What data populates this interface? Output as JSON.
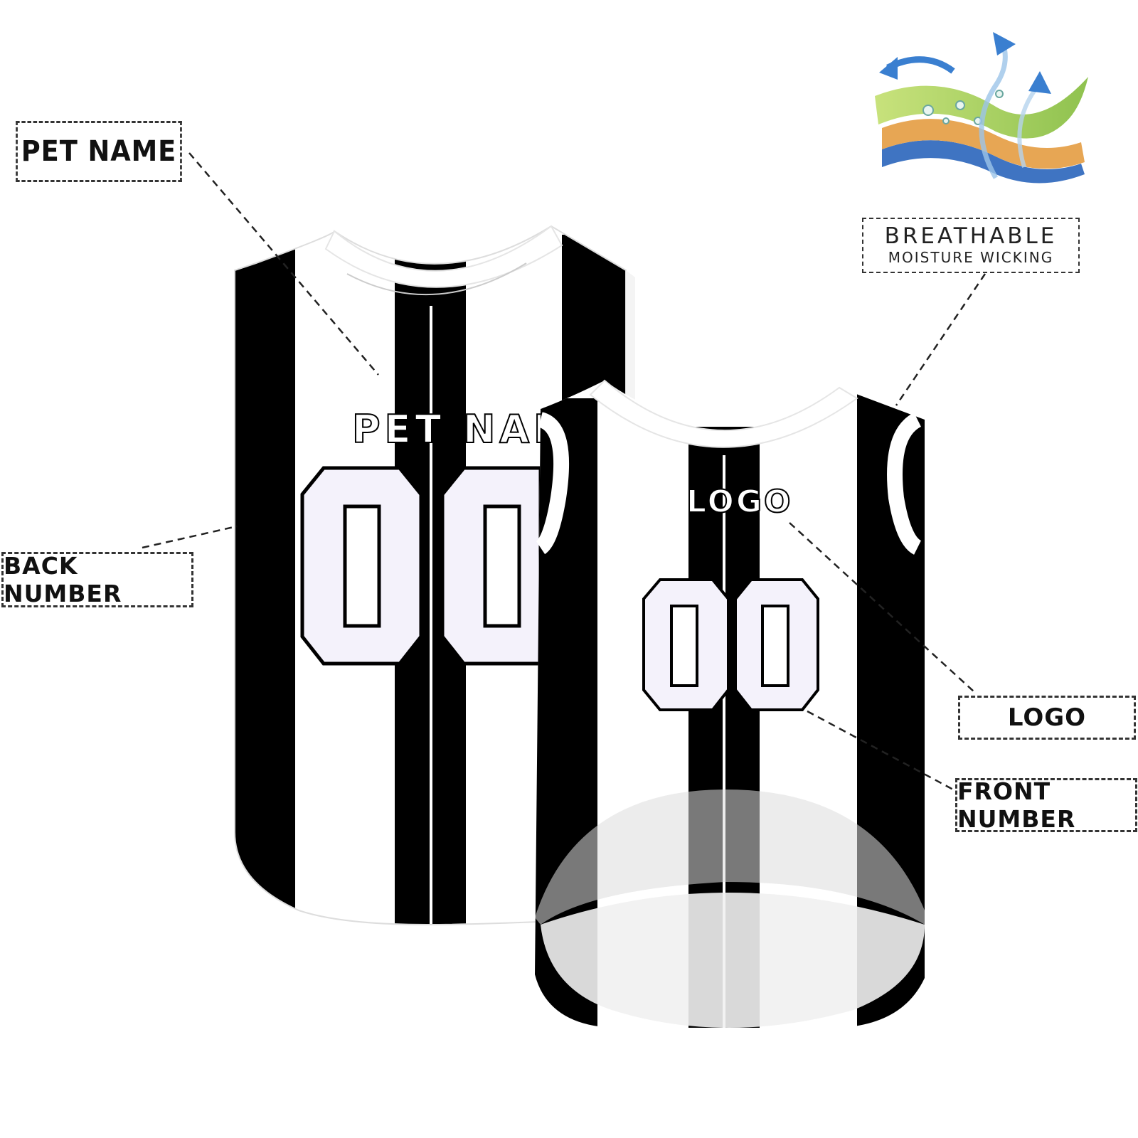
{
  "callouts": {
    "pet_name": "PET NAME",
    "back_number": "BACK NUMBER",
    "logo": "LOGO",
    "front_number": "FRONT NUMBER",
    "breathable": "BREATHABLE",
    "moisture_wicking": "MOISTURE WICKING"
  },
  "back_jersey": {
    "name_print": "PET NAME",
    "number": "00"
  },
  "front_jersey": {
    "logo_print": "LOGO",
    "number": "00"
  },
  "colors": {
    "stripe": "#000000",
    "fabric": "#ffffff",
    "number_fill": "#f4f2fb",
    "fabric_icon_green": "#a5d36a",
    "fabric_icon_orange": "#e7a654",
    "fabric_icon_blue": "#4f86c9"
  },
  "icons": [
    "breathable-fabric-icon"
  ]
}
